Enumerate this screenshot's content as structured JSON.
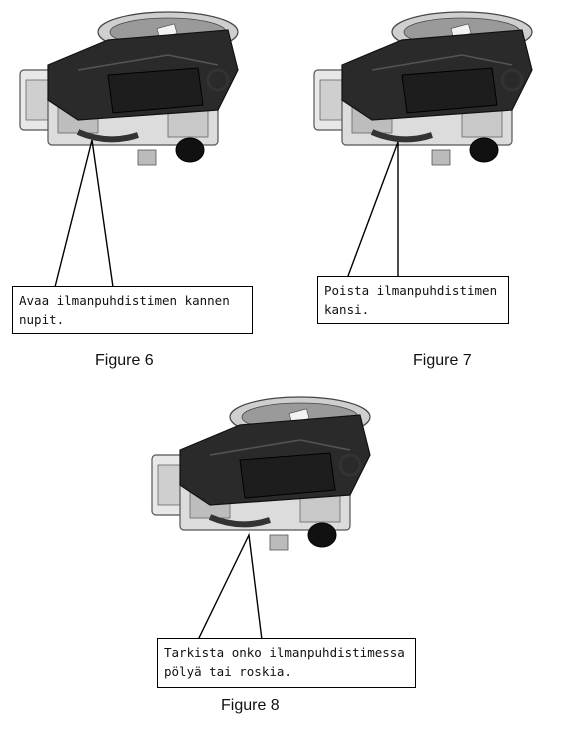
{
  "figures": [
    {
      "caption": "Figure 6",
      "callout": "Avaa ilmanpuhdistimen kannen\nnupit.",
      "illustration": "engine-illustration"
    },
    {
      "caption": "Figure 7",
      "callout": "Poista ilmanpuhdistimen\nkansi.",
      "illustration": "engine-illustration"
    },
    {
      "caption": "Figure 8",
      "callout": "Tarkista onko ilmanpuhdistimessa\npölyä tai roskia.",
      "illustration": "engine-illustration"
    }
  ]
}
